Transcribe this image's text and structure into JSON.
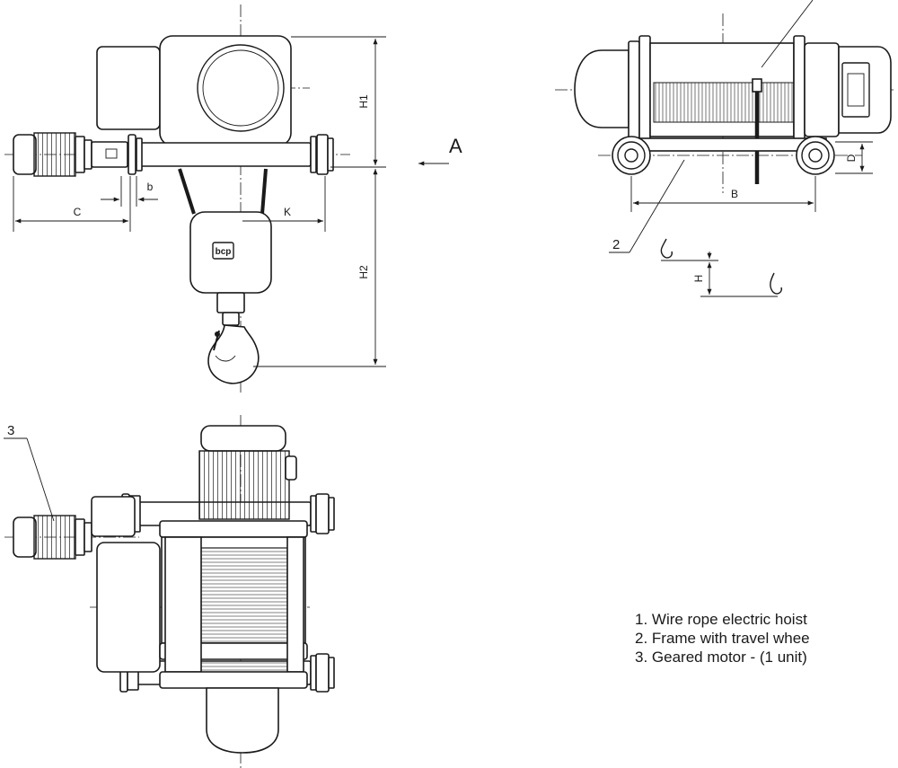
{
  "dimensions": {
    "h1": "H1",
    "h2": "H2",
    "c": "C",
    "b_small": "b",
    "k": "K",
    "b_big": "B",
    "d": "D",
    "h": "H"
  },
  "view_label": "A",
  "callouts": {
    "two": "2",
    "three": "3"
  },
  "legend": [
    "1. Wire rope electric hoist",
    "2. Frame with travel whee",
    "3. Geared motor - (1 unit)"
  ],
  "logo_text": "bcp"
}
